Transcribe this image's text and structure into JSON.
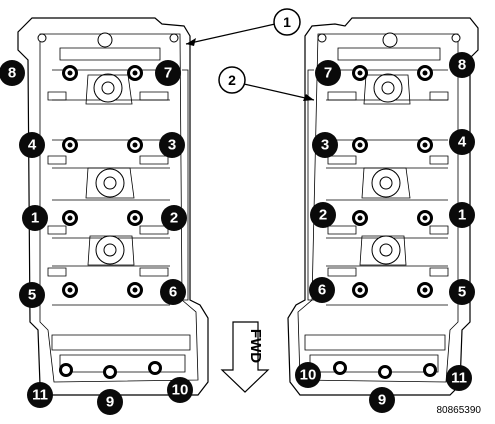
{
  "callouts": [
    "1",
    "2"
  ],
  "left_head": {
    "sequence": [
      "8",
      "7",
      "4",
      "3",
      "1",
      "2",
      "5",
      "6",
      "11",
      "9",
      "10"
    ]
  },
  "right_head": {
    "sequence": [
      "7",
      "8",
      "3",
      "4",
      "2",
      "1",
      "6",
      "5",
      "10",
      "11",
      "9"
    ]
  },
  "direction_label": "FWD",
  "figure_id": "80865390"
}
